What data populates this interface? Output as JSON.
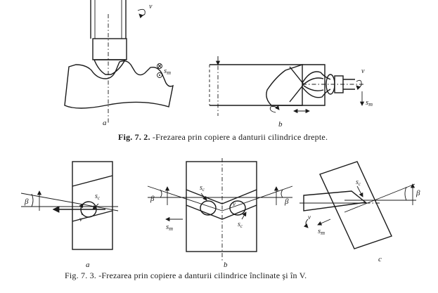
{
  "fig72": {
    "caption_num": "Fig. 7. 2.",
    "caption_text": " -Frezarea prin copiere a danturii cilindrice drepte.",
    "panel_a": {
      "label": "a",
      "v": "v",
      "sm": "s",
      "sm_sub": "m"
    },
    "panel_b": {
      "label": "b",
      "v": "v",
      "sm": "s",
      "sm_sub": "m"
    }
  },
  "fig73": {
    "caption_num": "Fig. 7. 3.",
    "caption_text": " -Frezarea prin copiere a danturii cilindrice înclinate şi în V.",
    "panel_a": {
      "label": "a",
      "beta": "β",
      "sc": "s",
      "sc_sub": "c",
      "v": "v"
    },
    "panel_b": {
      "label": "b",
      "beta_left": "β",
      "beta_right": "β",
      "sc1": "s",
      "sc2": "s",
      "sc_sub": "c",
      "v": "v",
      "sm": "s",
      "sm_sub": "m"
    },
    "panel_c": {
      "label": "c",
      "beta": "β",
      "sc": "s",
      "sc_sub": "c",
      "v": "v",
      "sm": "s",
      "sm_sub": "m"
    }
  },
  "colors": {
    "ink": "#1a1a1a",
    "paper": "#ffffff"
  }
}
